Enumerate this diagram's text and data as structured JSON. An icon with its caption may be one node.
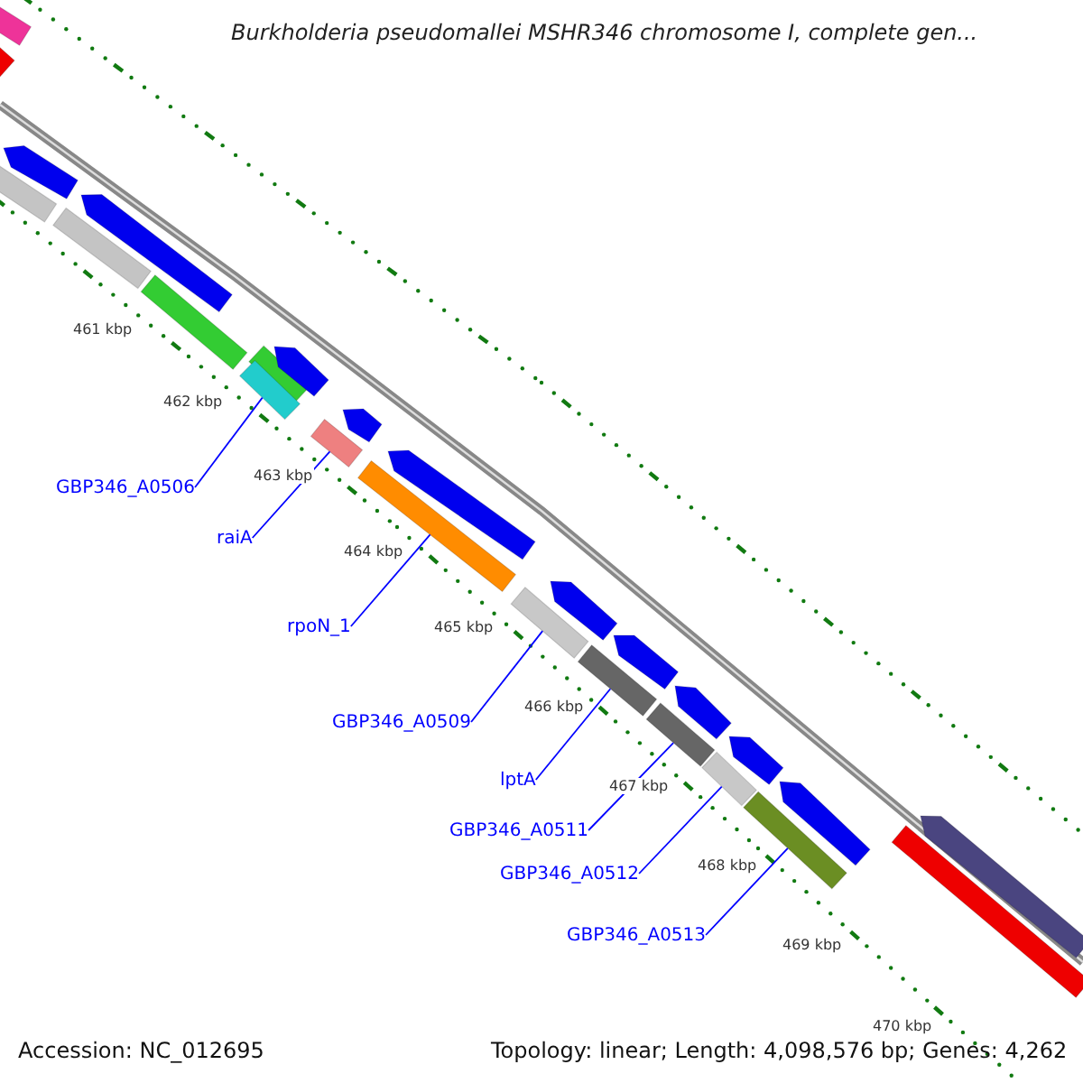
{
  "diagram": {
    "title": "Burkholderia pseudomallei MSHR346 chromosome I, complete gen...",
    "nodes": [
      {
        "text": [
          "GBP346_A0506"
        ]
      },
      {
        "text": [],
        "shape": "bar"
      },
      {
        "text": [
          "raiA"
        ]
      },
      {
        "text": [],
        "shape": "bar"
      },
      {
        "text": [
          "rpoN_1"
        ]
      },
      {
        "text": [],
        "shape": "bar"
      },
      {
        "text": [
          "GBP346_A0509"
        ]
      },
      {
        "text": [],
        "shape": "bar"
      },
      {
        "text": [
          "lptA"
        ]
      },
      {
        "text": [],
        "shape": "bar"
      },
      {
        "text": [
          "GBP346_A0511"
        ]
      },
      {
        "text": [],
        "shape": "bar"
      },
      {
        "text": [
          "GBP346_A0512"
        ]
      },
      {
        "text": [],
        "shape": "bar"
      },
      {
        "text": [
          "GBP346_A0513"
        ]
      },
      {
        "text": [],
        "shape": "bar"
      },
      {
        "text": [],
        "shape": "bar"
      },
      {
        "text": [],
        "shape": "bar"
      },
      {
        "text": [],
        "shape": "arrow"
      },
      {
        "text": [],
        "shape": "bar"
      },
      {
        "text": [],
        "shape": "arrow"
      },
      {
        "text": [],
        "shape": "bar"
      },
      {
        "text": [],
        "shape": "bar"
      },
      {
        "text": [],
        "shape": "bar"
      },
      {
        "text": [],
        "shape": "arrow"
      },
      {
        "text": [],
        "shape": "arrow"
      },
      {
        "text": [],
        "shape": "arrow"
      },
      {
        "text": [],
        "shape": "arrow"
      },
      {
        "text": [],
        "shape": "arrow"
      },
      {
        "text": [],
        "shape": "arrow"
      },
      {
        "text": [],
        "shape": "arrow"
      },
      {
        "text": [],
        "shape": "arrow"
      },
      {
        "text": [],
        "shape": "arrow"
      },
      {
        "text": [],
        "shape": "bar"
      }
    ],
    "edges": [
      {
        "from": 0,
        "to": 1,
        "arrow": "none"
      },
      {
        "from": 2,
        "to": 3,
        "arrow": "none"
      },
      {
        "from": 4,
        "to": 5,
        "arrow": "none"
      },
      {
        "from": 6,
        "to": 7,
        "arrow": "none"
      },
      {
        "from": 8,
        "to": 9,
        "arrow": "none"
      },
      {
        "from": 10,
        "to": 11,
        "arrow": "none"
      },
      {
        "from": 12,
        "to": 13,
        "arrow": "none"
      },
      {
        "from": 14,
        "to": 15,
        "arrow": "none"
      }
    ],
    "labels": [
      "461 kbp",
      "462 kbp",
      "463 kbp",
      "464 kbp",
      "465 kbp",
      "466 kbp",
      "467 kbp",
      "468 kbp",
      "469 kbp",
      "470 kbp",
      "Accession: NC_012695",
      "Topology: linear; Length: 4,098,576 bp; Genes: 4,262"
    ]
  }
}
